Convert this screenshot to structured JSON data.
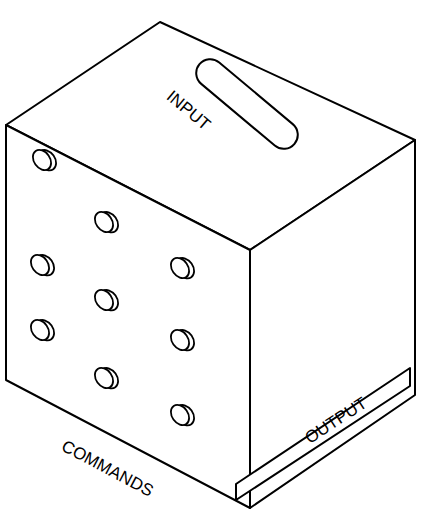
{
  "diagram": {
    "labels": [
      "INPUT",
      "COMMANDS",
      "OUTPUT"
    ]
  }
}
